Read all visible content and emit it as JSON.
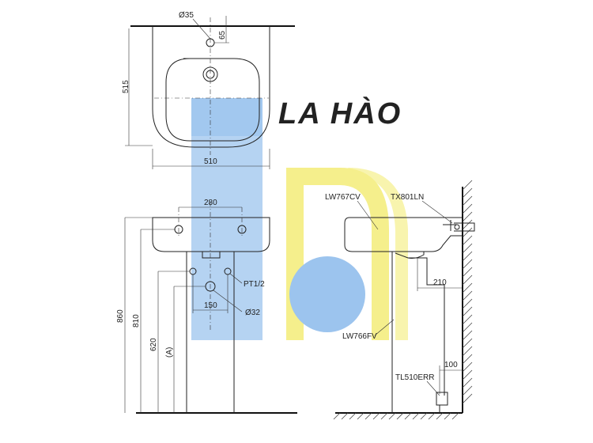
{
  "top_view": {
    "dim_hole_dia": "Ø35",
    "dim_hole_offset": "65",
    "dim_depth": "515",
    "dim_width": "510"
  },
  "front_view": {
    "dim_tap_spacing": "280",
    "dim_height_total": "860",
    "dim_height_rim": "810",
    "dim_height_supply": "620",
    "dim_height_var": "(A)",
    "dim_supply_spacing": "150",
    "label_thread": "PT1/2",
    "label_drain_dia": "Ø32"
  },
  "side_view": {
    "label_basin": "LW767CV",
    "label_faucet": "TX801LN",
    "label_pedestal": "LW766FV",
    "label_trap": "TL510ERR",
    "dim_faucet_wall": "210",
    "dim_trap_wall": "100"
  },
  "watermark": {
    "text": "LA HÀO",
    "blue": "#9cc4ee",
    "yellow": "#f5ef8c"
  }
}
